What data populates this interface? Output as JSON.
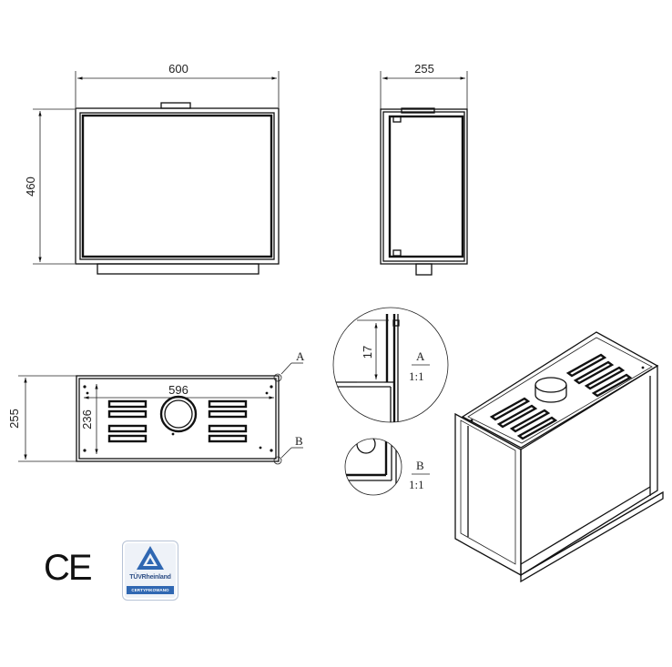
{
  "front_view": {
    "width_dim": "600",
    "height_dim": "460"
  },
  "side_view": {
    "depth_dim": "255"
  },
  "top_view": {
    "depth_dim": "255",
    "inner_width_dim": "596",
    "inner_depth_dim": "236",
    "callout_a": "A",
    "callout_b": "B"
  },
  "detail_a": {
    "dim": "17",
    "label": "A",
    "scale": "1:1"
  },
  "detail_b": {
    "label": "B",
    "scale": "1:1"
  },
  "certification": {
    "ce_mark": "CE",
    "tuv_brand": "TÜVRheinland",
    "tuv_band": "CERTYFIKOWANO"
  }
}
